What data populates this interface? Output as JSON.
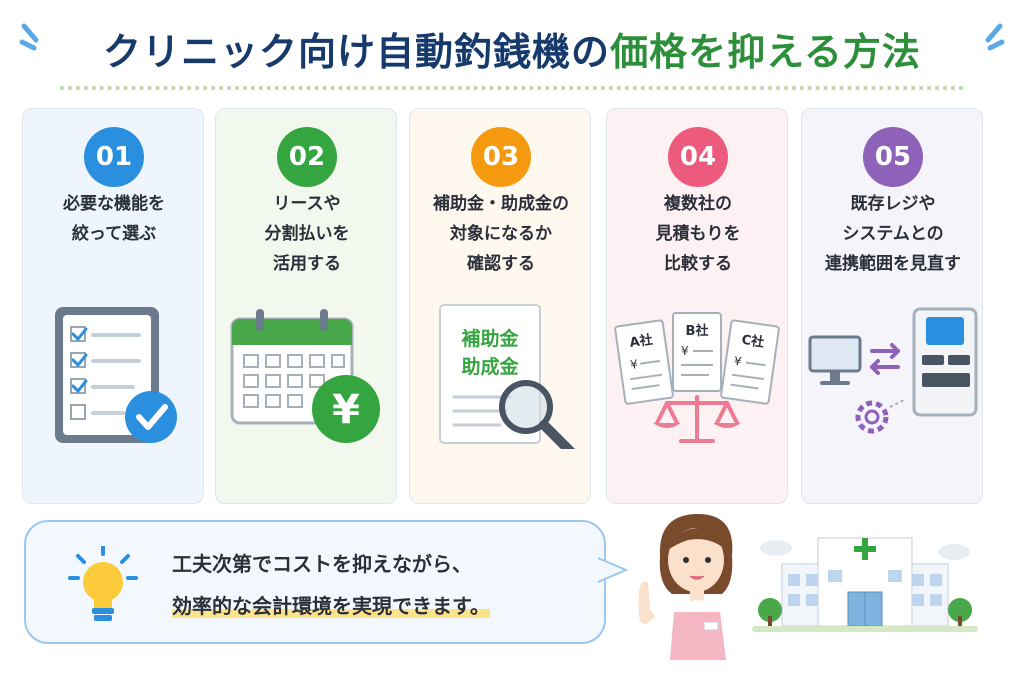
{
  "title": {
    "part1": "クリニック向け自動釣銭機の",
    "part2": "価格を抑える方法"
  },
  "colors": {
    "title_navy": "#163a6b",
    "title_green": "#2e8f3a",
    "card1": "#2b8fe0",
    "card2": "#35a63f",
    "card3": "#f59a0e",
    "card4": "#ec5a7d",
    "card5": "#8e62b8"
  },
  "cards": [
    {
      "num": "01",
      "lines": [
        "必要な機能を",
        "絞って選ぶ"
      ],
      "icon": "checklist-clipboard-icon"
    },
    {
      "num": "02",
      "lines": [
        "リースや",
        "分割払いを",
        "活用する"
      ],
      "icon": "calendar-yen-icon"
    },
    {
      "num": "03",
      "lines": [
        "補助金・助成金の",
        "対象になるか",
        "確認する"
      ],
      "icon": "document-magnifier-icon",
      "doc_line1": "補助金",
      "doc_line2": "助成金"
    },
    {
      "num": "04",
      "lines": [
        "複数社の",
        "見積もりを",
        "比較する"
      ],
      "icon": "quotes-scale-icon",
      "quote_a": "A社",
      "quote_b": "B社",
      "quote_c": "C社",
      "yen": "¥"
    },
    {
      "num": "05",
      "lines": [
        "既存レジや",
        "システムとの",
        "連携範囲を見直す"
      ],
      "icon": "pc-machine-link-icon"
    }
  ],
  "message": {
    "line1": "工夫次第でコストを抑えながら、",
    "line2": "効率的な会計環境を実現できます。"
  }
}
